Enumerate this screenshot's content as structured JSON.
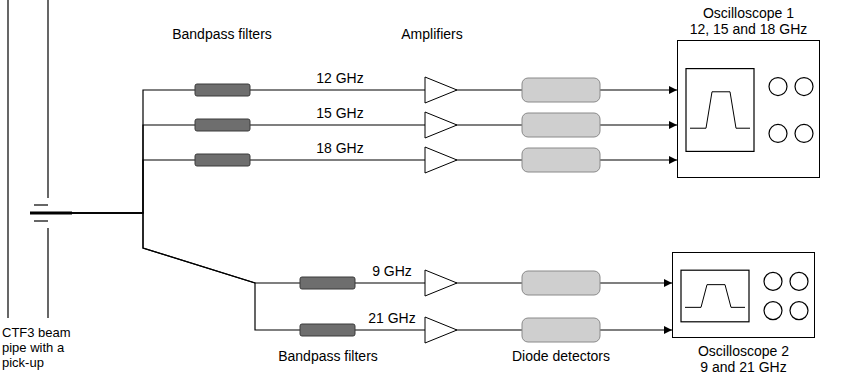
{
  "diagram": {
    "nodes": [
      {
        "text": [
          "CTF3 beam pipe with a pick-up"
        ]
      },
      {
        "text": [
          "Oscilloscope 1",
          "12, 15 and 18 GHz"
        ]
      },
      {
        "text": [
          "Oscilloscope 2",
          "9 and 21 GHz"
        ]
      }
    ],
    "edges": [
      {
        "from": 0,
        "to": 1,
        "label": "12 GHz",
        "arrow": "to"
      },
      {
        "from": 0,
        "to": 1,
        "label": "15 GHz",
        "arrow": "to"
      },
      {
        "from": 0,
        "to": 1,
        "label": "18 GHz",
        "arrow": "to"
      },
      {
        "from": 0,
        "to": 2,
        "label": "9 GHz",
        "arrow": "to"
      },
      {
        "from": 0,
        "to": 2,
        "label": "21 GHz",
        "arrow": "to"
      }
    ],
    "labels": [
      "Bandpass filters",
      "Amplifiers",
      "Bandpass filters",
      "Diode detectors"
    ]
  }
}
